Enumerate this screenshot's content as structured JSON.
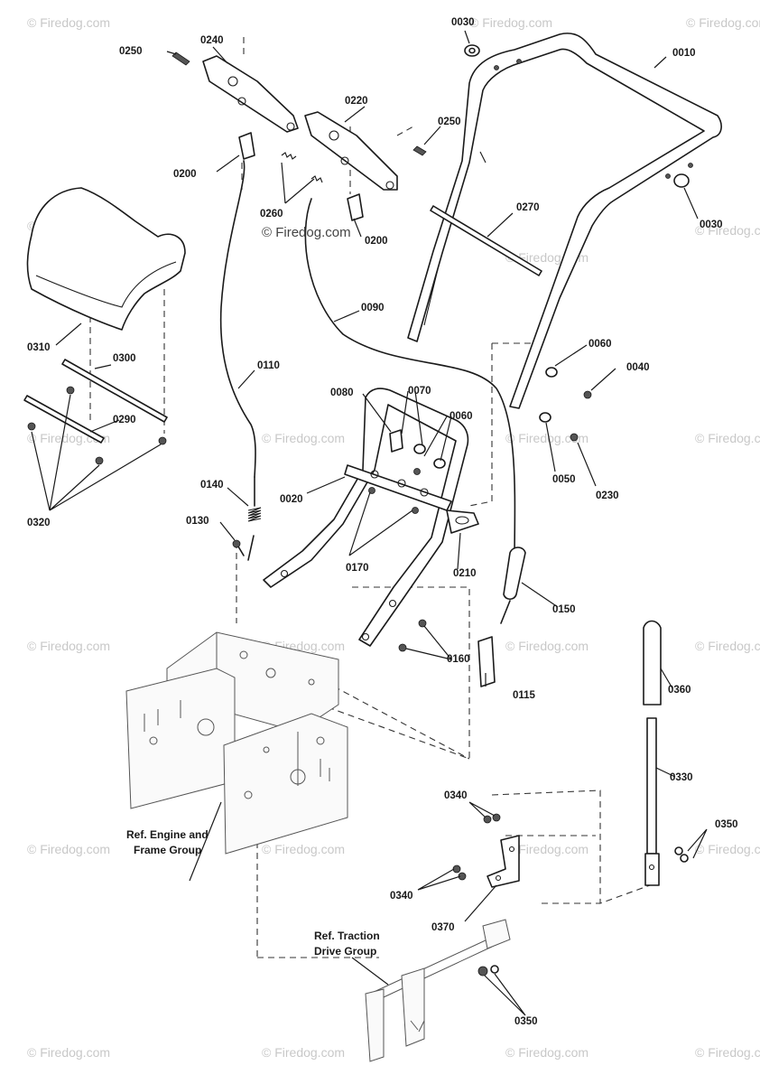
{
  "watermark": {
    "main_text": "© Firedog.com",
    "faint_text": "© Firedog.com"
  },
  "callouts": {
    "p0010": "0010",
    "p0020": "0020",
    "p0030a": "0030",
    "p0030b": "0030",
    "p0040": "0040",
    "p0050": "0050",
    "p0060a": "0060",
    "p0060b": "0060",
    "p0070": "0070",
    "p0080": "0080",
    "p0090": "0090",
    "p0110": "0110",
    "p0115": "0115",
    "p0130": "0130",
    "p0140": "0140",
    "p0150": "0150",
    "p0160": "0160",
    "p0170": "0170",
    "p0200a": "0200",
    "p0200b": "0200",
    "p0210": "0210",
    "p0220": "0220",
    "p0230": "0230",
    "p0240": "0240",
    "p0250a": "0250",
    "p0250b": "0250",
    "p0260": "0260",
    "p0270": "0270",
    "p0290": "0290",
    "p0300": "0300",
    "p0310": "0310",
    "p0320": "0320",
    "p0330": "0330",
    "p0340a": "0340",
    "p0340b": "0340",
    "p0350a": "0350",
    "p0350b": "0350",
    "p0360": "0360",
    "p0370": "0370"
  },
  "references": {
    "engine_line1": "Ref. Engine and",
    "engine_line2": "Frame Group",
    "traction_line1": "Ref. Traction",
    "traction_line2": "Drive Group"
  }
}
